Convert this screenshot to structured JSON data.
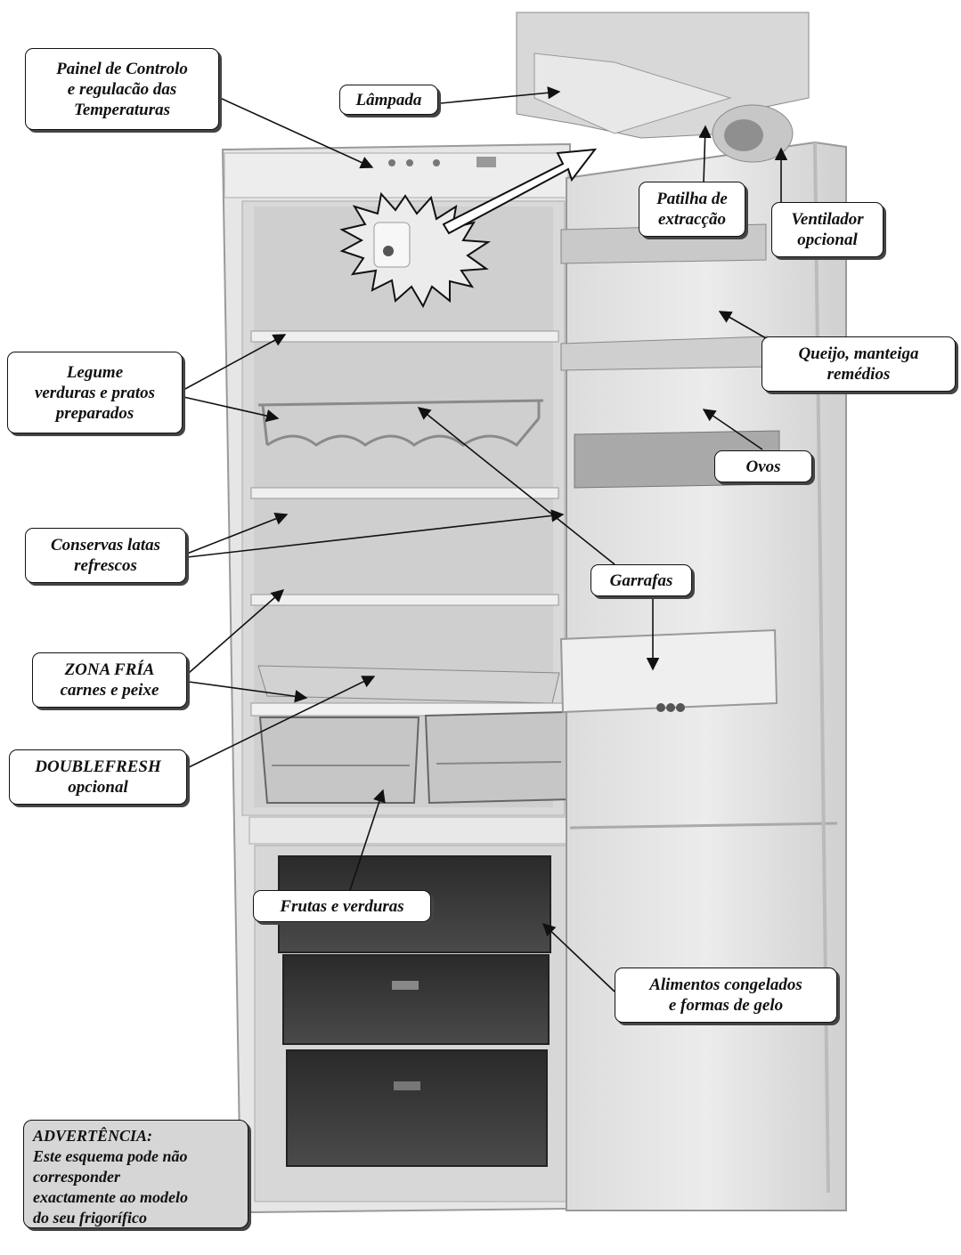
{
  "labels": {
    "painel": [
      "Painel de Controlo",
      "e regulacão das",
      "Temperaturas"
    ],
    "lampada": [
      "Lâmpada"
    ],
    "patilha": [
      "Patilha de",
      "extracção"
    ],
    "ventilador": [
      "Ventilador",
      "opcional"
    ],
    "legume": [
      "Legume",
      "verduras e pratos",
      "preparados"
    ],
    "queijo": [
      "Queijo, manteiga",
      "remédios"
    ],
    "ovos": [
      "Ovos"
    ],
    "conservas": [
      "Conservas latas",
      "refrescos"
    ],
    "garrafas": [
      "Garrafas"
    ],
    "zona": [
      "ZONA FRÍA",
      "carnes e peixe"
    ],
    "doublefresh": [
      "DOUBLEFRESH",
      "opcional"
    ],
    "frutas": [
      "Frutas e verduras"
    ],
    "alimentos": [
      "Alimentos congelados",
      "e formas de gelo"
    ]
  },
  "warning": {
    "title": "ADVERTÊNCIA:",
    "lines": [
      "Este esquema pode não",
      "corresponder",
      "exactamente ao modelo",
      "do seu frigorífico"
    ]
  }
}
